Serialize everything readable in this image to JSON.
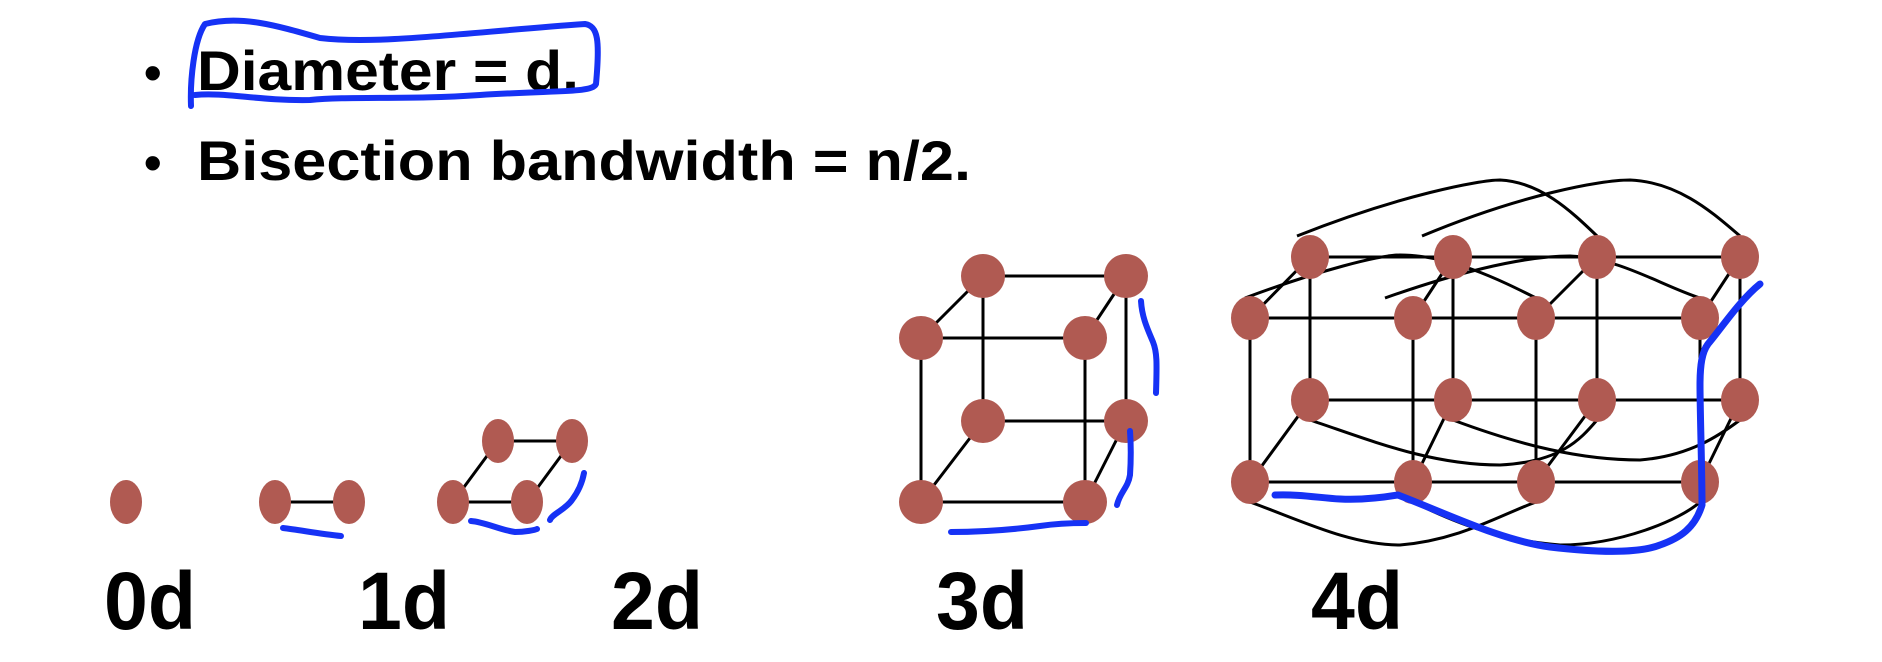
{
  "bullets": [
    {
      "text": "Diameter = d.",
      "highlighted": true
    },
    {
      "text": "Bisection bandwidth = n/2.",
      "highlighted": false
    }
  ],
  "bullet_glyph": "•",
  "diagrams": [
    {
      "label": "0d",
      "nodes": 1
    },
    {
      "label": "1d",
      "nodes": 2
    },
    {
      "label": "2d",
      "nodes": 4
    },
    {
      "label": "3d",
      "nodes": 8
    },
    {
      "label": "4d",
      "nodes": 16
    }
  ],
  "colors": {
    "node": "#b05a52",
    "edge": "#000000",
    "annotation": "#1632f5",
    "text": "#000000",
    "background": "#ffffff"
  }
}
